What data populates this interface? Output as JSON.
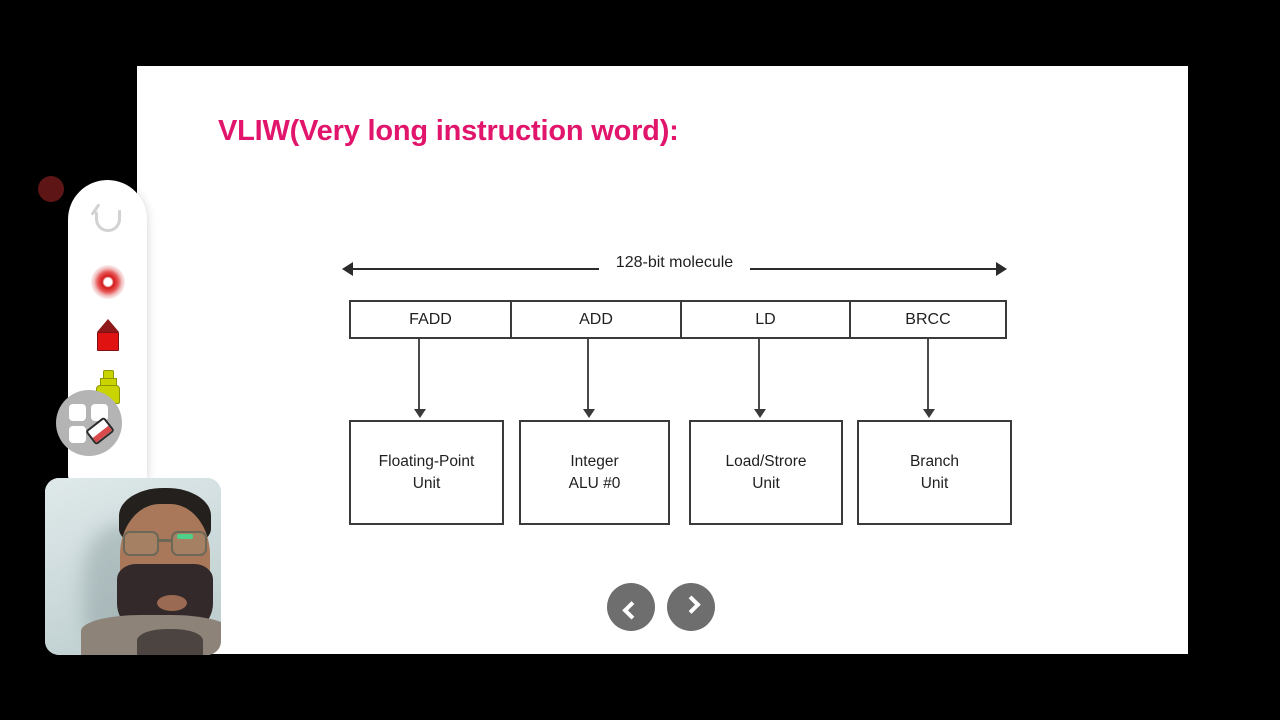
{
  "slide": {
    "title": "VLIW(Very long instruction word):",
    "title_color": "#e0156b",
    "background_color": "#ffffff"
  },
  "diagram": {
    "span_label": "128-bit molecule",
    "instruction_slots": [
      {
        "label": "FADD"
      },
      {
        "label": "ADD"
      },
      {
        "label": "LD"
      },
      {
        "label": "BRCC"
      }
    ],
    "functional_units": [
      {
        "line1": "Floating-Point",
        "line2": "Unit"
      },
      {
        "line1": "Integer",
        "line2": "ALU #0"
      },
      {
        "line1": "Load/Strore",
        "line2": "Unit"
      },
      {
        "line1": "Branch",
        "line2": "Unit"
      }
    ],
    "line_color": "#3a3a3a"
  },
  "slide_nav": {
    "prev_label": "Previous slide",
    "prev_icon": "chevron-left-icon",
    "next_label": "Next slide",
    "next_icon": "chevron-right-icon",
    "button_color": "#6e6e6e"
  },
  "toolbar": {
    "tools": [
      {
        "name": "undo-icon",
        "label": "Undo"
      },
      {
        "name": "laser-pointer-icon",
        "label": "Laser pointer"
      },
      {
        "name": "pen-icon",
        "label": "Pen"
      },
      {
        "name": "highlighter-icon",
        "label": "Highlighter"
      }
    ],
    "grid_button": {
      "name": "grid-eraser-icon",
      "label": "Tools / Eraser"
    },
    "background_color": "#ffffff"
  },
  "webcam": {
    "label": "Presenter camera"
  },
  "app": {
    "background_color": "#000000"
  }
}
